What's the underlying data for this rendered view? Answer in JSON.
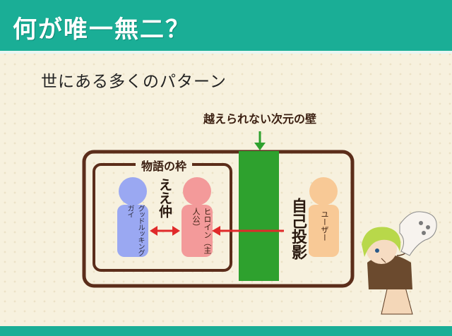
{
  "header": {
    "title": "何が唯一無二？"
  },
  "subtitle": "世にある多くのパターン",
  "diagram": {
    "wall_label": "越えられない次元の壁",
    "frame_label": "物語の枠",
    "figures": {
      "good_looking_guy": "グッドルッキングガイ",
      "heroine": "ヒロイン（主人公）",
      "user": "ユーザー"
    },
    "relation_label": "ええ仲",
    "projection_label": "自己投影"
  },
  "colors": {
    "header_bg": "#1aae96",
    "wall_green": "#2ea12e",
    "frame_brown": "#5b2d1a",
    "arrow_red": "#e02a2a",
    "figure_blue": "#9aa8f2",
    "figure_pink": "#f39a9a",
    "figure_peach": "#f8c996"
  }
}
